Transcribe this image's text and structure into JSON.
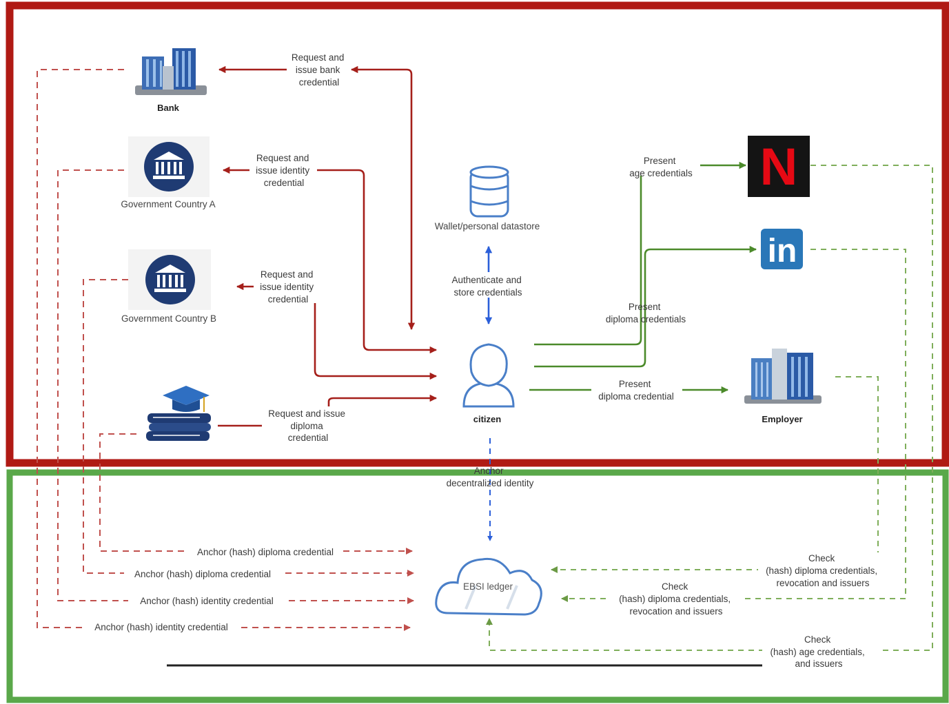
{
  "colors": {
    "issuer_zone_border": "#b01a14",
    "ledger_zone_border": "#5aa84a",
    "issue_arrow": "#a51f1a",
    "present_arrow": "#4b8a2a",
    "auth_arrow": "#2b5fd9",
    "anchor_dashed": "#c0504d",
    "check_dashed": "#7fae5a",
    "gov_icon": "#1f3b73",
    "netflix_bg": "#141414",
    "netflix_n": "#e50914",
    "linkedin_bg": "#2a77b8"
  },
  "icons": {
    "bank": "bank-building-icon",
    "government_a": "government-building-icon",
    "government_b": "government-building-icon",
    "university": "graduation-cap-books-icon",
    "wallet": "database-icon",
    "citizen": "person-icon",
    "netflix": "netflix-logo-icon",
    "linkedin": "linkedin-logo-icon",
    "employer": "office-building-icon",
    "ledger": "cloud-icon"
  },
  "entities": {
    "bank": "Bank",
    "government_a": "Government Country A",
    "government_b": "Government Country B",
    "wallet": "Wallet/personal datastore",
    "citizen": "citizen",
    "employer": "Employer",
    "ledger": "EBSI ledger",
    "linkedin_text": "in",
    "netflix_text": "N"
  },
  "labels": {
    "bank_request": [
      "Request and",
      "issue bank",
      "credential"
    ],
    "gov_a_request": [
      "Request and",
      "issue identity",
      "credential"
    ],
    "gov_b_request": [
      "Request and",
      "issue identity",
      "credential"
    ],
    "university_request": [
      "Request and issue",
      "diploma",
      "credential"
    ],
    "authenticate": [
      "Authenticate and",
      "store credentials"
    ],
    "present_age": [
      "Present",
      "age credentials"
    ],
    "present_diploma_linkedin": [
      "Present",
      "diploma credentials"
    ],
    "present_diploma_employer": [
      "Present",
      "diploma credential"
    ],
    "anchor_did": [
      "Anchor",
      "decentralized identity"
    ],
    "anchor_1": "Anchor (hash) diploma credential",
    "anchor_2": "Anchor (hash) diploma credential",
    "anchor_3": "Anchor (hash) identity credential",
    "anchor_4": "Anchor (hash) identity credential",
    "check_employer": [
      "Check",
      "(hash) diploma credentials,",
      "revocation and issuers"
    ],
    "check_linkedin": [
      "Check",
      "(hash) diploma credentials,",
      "revocation and issuers"
    ],
    "check_netflix": [
      "Check",
      "(hash) age credentials,",
      "and issuers"
    ]
  }
}
